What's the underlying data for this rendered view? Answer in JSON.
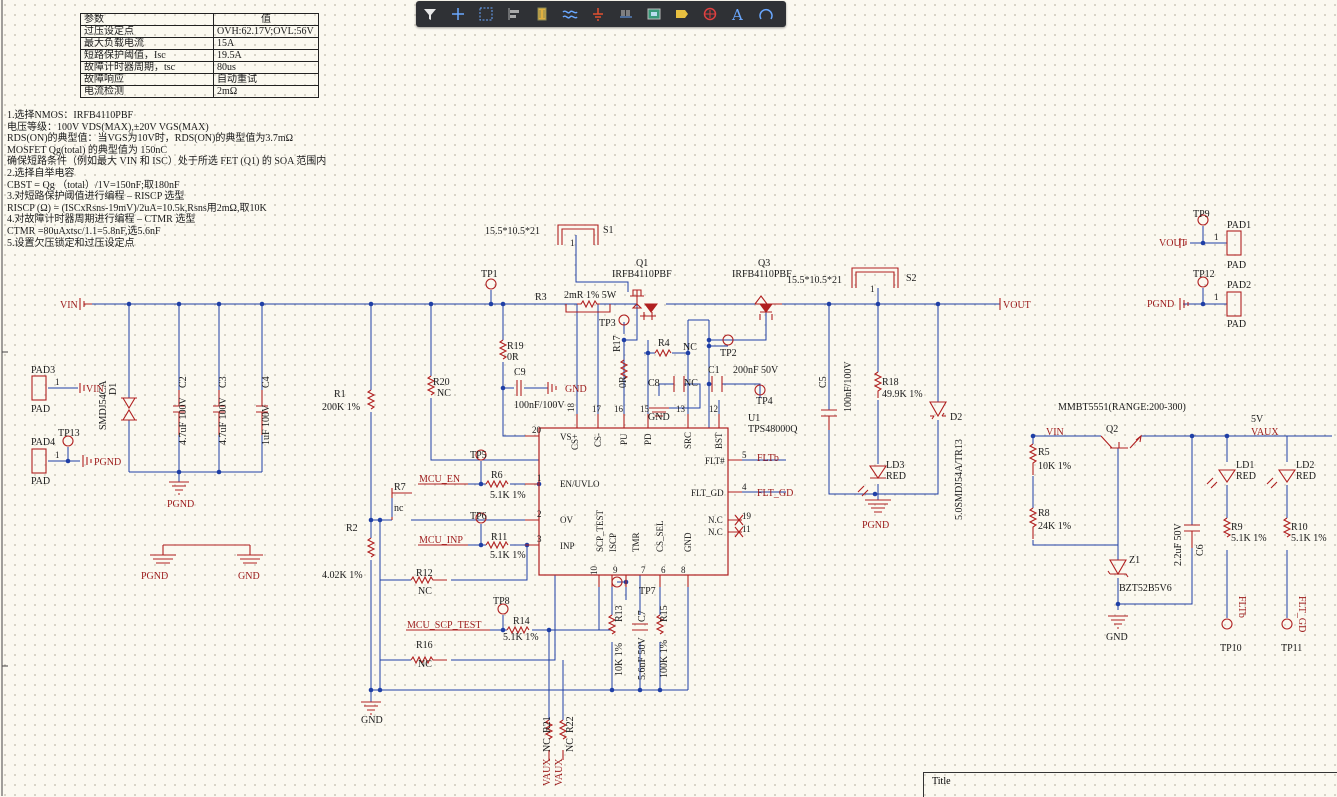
{
  "toolbar": {
    "tools": [
      "filter-icon",
      "add-icon",
      "select-rect-icon",
      "align-icon",
      "component-icon",
      "bus-icon",
      "ground-power-icon",
      "net-label-icon",
      "part-icon",
      "port-icon",
      "no-erc-icon",
      "text-icon",
      "arc-icon"
    ]
  },
  "param_table": {
    "headers": [
      "参数",
      "值"
    ],
    "rows": [
      [
        "过压设定点",
        "OVH:62.17V;OVL:56V"
      ],
      [
        "最大负载电流",
        "15A"
      ],
      [
        "短路保护阈值，Isc",
        "19.5A"
      ],
      [
        "故障计时器周期，tsc",
        "80us"
      ],
      [
        "故障响应",
        "自动重试"
      ],
      [
        "电流检测",
        "2mΩ"
      ]
    ]
  },
  "notes": [
    "1.选择NMOS：IRFB4110PBF",
    "电压等级：100V VDS(MAX),±20V VGS(MAX)",
    "RDS(ON)的典型值：当VGS为10V时，RDS(ON)的典型值为3.7mΩ",
    "MOSFET Qg(total) 的典型值为 150nC",
    "确保短路条件（例如最大 VIN 和 ISC）处于所选 FET (Q1) 的 SOA 范围内",
    "2.选择自举电容",
    "CBST = Qg （total）/1V=150nF;取180nF",
    "3.对短路保护阈值进行编程 – RISCP 选型",
    "RISCP (Ω) = (ISCxRsns-19mV)/2uA=10.5k,Rsns用2mΩ,取10K",
    "4.对故障计时器周期进行编程 – CTMR 选型",
    "CTMR =80uAxtsc/1.1=5.8nF,选5.6nF",
    "5.设置欠压锁定和过压设定点"
  ],
  "labels": {
    "vin": "VIN",
    "vout": "VOUT",
    "pgnd": "PGND",
    "gnd": "GND",
    "vaux": "VAUX",
    "d1": "D1",
    "d1_val": "SMDJ54CA",
    "c2": "C2",
    "c2_val": "4.7uF 100V",
    "c3": "C3",
    "c3_val": "4.7uF 100V",
    "c4": "C4",
    "c4_val": "1uF 100V",
    "pad3": "PAD3",
    "pad3_pin": "1",
    "pad3_name": "PAD",
    "pad4": "PAD4",
    "pad4_pin": "1",
    "pad4_name": "PAD",
    "tp13": "TP13",
    "r1": "R1",
    "r1_val": "200K 1%",
    "r2": "R2",
    "r2_val": "4.02K 1%",
    "r20": "R20",
    "r20_val": "NC",
    "r7": "R7",
    "r7_val": "nc",
    "tp1": "TP1",
    "r3": "R3",
    "r3_val": "2mR 1% 5W",
    "s1": "S1",
    "s1_val": "15.5*10.5*21",
    "s1_pin": "1",
    "q1": "Q1",
    "q1_val": "IRFB4110PBF",
    "q3": "Q3",
    "q3_val": "IRFB4110PBF",
    "s2": "S2",
    "s2_val": "15.5*10.5*21",
    "s2_pin": "1",
    "r19": "R19",
    "r19_val": "0R",
    "c9": "C9",
    "c9_val": "100nF/100V",
    "tp3": "TP3",
    "r17": "R17",
    "r17_val": "0R",
    "r4": "R4",
    "r4_val": "NC",
    "c8": "C8",
    "c8_val": "NC",
    "c1": "C1",
    "c1_val": "200nF 50V",
    "tp2": "TP2",
    "tp4": "TP4",
    "u1": "U1",
    "u1_val": "TPS48000Q",
    "pin_vs": "VS",
    "pin_cs_plus": "CS+",
    "pin_cs_minus": "CS-",
    "pin_pu": "PU",
    "pin_pd": "PD",
    "pin_src": "SRC",
    "pin_bst": "BST",
    "pin_flt": "FLT#",
    "pin_flt_gd": "FLT_GD",
    "pin_nc1": "N.C",
    "pin_nc2": "N.C",
    "pin_en": "EN/UVLO",
    "pin_ov": "OV",
    "pin_inp": "INP",
    "pin_scp_test": "SCP_TEST",
    "pin_iscp": "ISCP",
    "pin_tmr": "TMR",
    "pin_cs_sel": "CS_SEL",
    "pin_gnd": "GND",
    "pn20": "20",
    "pn18": "18",
    "pn17": "17",
    "pn16": "16",
    "pn15": "15",
    "pn14": "14",
    "pn13": "13",
    "pn12": "12",
    "pn5": "5",
    "pn4": "4",
    "pn19": "19",
    "pn11": "11",
    "pn1": "1",
    "pn2": "2",
    "pn3": "3",
    "pn10": "10",
    "pn9": "9",
    "pn7": "7",
    "pn6": "6",
    "pn8": "8",
    "net_flt": "FLTb",
    "net_flt_gd": "FLT_GD",
    "tp5": "TP5",
    "r6": "R6",
    "r6_val": "5.1K 1%",
    "mcu_en": "MCU_EN",
    "tp6": "TP6",
    "r11": "R11",
    "r11_val": "5.1K 1%",
    "mcu_inp": "MCU_INP",
    "r12": "R12",
    "r12_val": "NC",
    "tp8": "TP8",
    "r14": "R14",
    "r14_val": "5.1K 1%",
    "mcu_scp": "MCU_SCP_TEST",
    "r16": "R16",
    "r16_val": "NC",
    "r13": "R13",
    "r13_val": "10K 1%",
    "tp7": "TP7",
    "c7": "C7",
    "c7_val": "5.6nF 50V",
    "r15": "R15",
    "r15_val": "100K 1%",
    "r21": "R21",
    "r21_val": "NC",
    "r22": "R22",
    "r22_val": "NC",
    "c5": "C5",
    "c5_val": "100nF/100V",
    "r18": "R18",
    "r18_val": "49.9K 1%",
    "ld3": "LD3",
    "ld3_val": "RED",
    "d2": "D2",
    "d2_val": "5.0SMDJ54A/TR13",
    "tp9": "TP9",
    "pad1": "PAD1",
    "pad1_pin": "1",
    "pad1_name": "PAD",
    "tp12": "TP12",
    "pad2": "PAD2",
    "pad2_pin": "1",
    "pad2_name": "PAD",
    "mmbt": "MMBT5551(RANGE:200-300)",
    "q2": "Q2",
    "r5": "R5",
    "r5_val": "10K 1%",
    "r8": "R8",
    "r8_val": "24K 1%",
    "z1": "Z1",
    "z1_val": "BZT52B5V6",
    "c6": "C6",
    "c6_val": "2.2uF 50V",
    "v5": "5V",
    "ld1": "LD1",
    "ld1_val": "RED",
    "ld2": "LD2",
    "ld2_val": "RED",
    "r9": "R9",
    "r9_val": "5.1K 1%",
    "r10": "R10",
    "r10_val": "5.1K 1%",
    "tp10": "TP10",
    "tp11": "TP11",
    "title": "Title"
  }
}
